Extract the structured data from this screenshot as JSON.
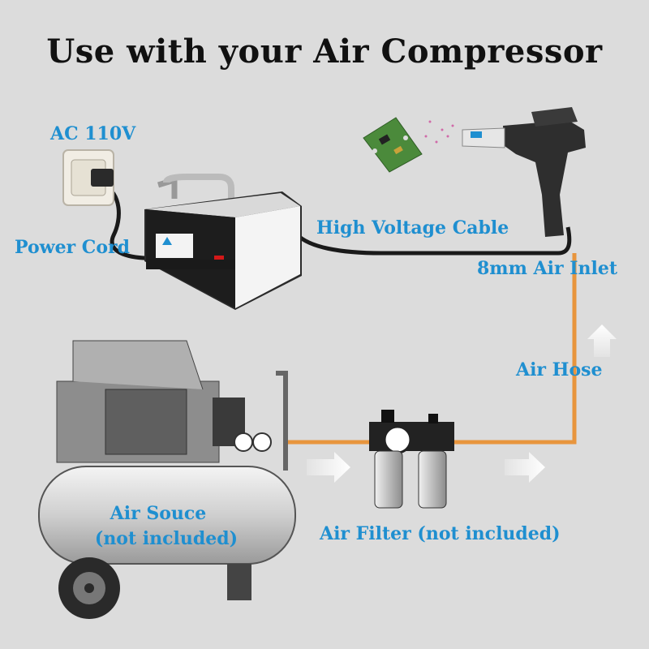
{
  "title": "Use with your Air Compressor",
  "labels": {
    "ac": "AC 110V",
    "power_cord": "Power Cord",
    "hv_cable": "High Voltage Cable",
    "air_inlet": "8mm Air Inlet",
    "air_hose": "Air Hose",
    "air_source_1": "Air Souce",
    "air_source_2": "(not included)",
    "air_filter": "Air Filter (not included)"
  },
  "colors": {
    "label_blue": "#1f8fd0",
    "hose_orange": "#e8953d",
    "background": "#dcdcdc"
  }
}
